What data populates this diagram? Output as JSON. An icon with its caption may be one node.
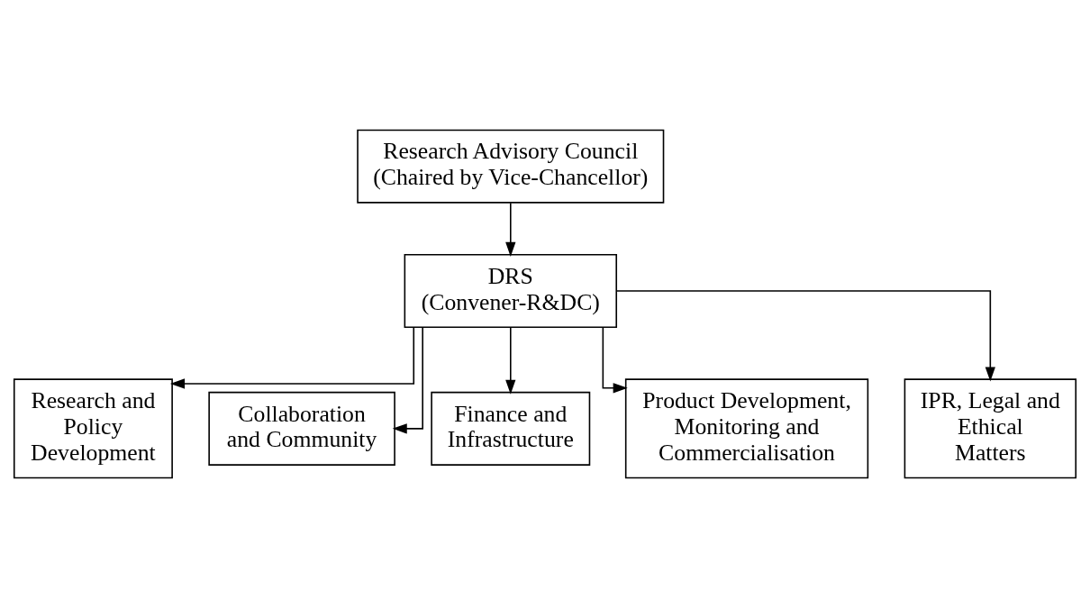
{
  "diagram": {
    "nodes": [
      {
        "text": [
          "Research Advisory Council",
          "(Chaired by Vice-Chancellor)"
        ]
      },
      {
        "text": [
          "DRS",
          "(Convener-R&DC)"
        ]
      },
      {
        "text": [
          "Research and Policy Development"
        ]
      },
      {
        "text": [
          "Collaboration and Community"
        ]
      },
      {
        "text": [
          "Finance and Infrastructure"
        ]
      },
      {
        "text": [
          "Product Development, Monitoring and Commercialisation"
        ]
      },
      {
        "text": [
          "IPR, Legal and Ethical Matters"
        ]
      }
    ],
    "edges": [
      {
        "from": 0,
        "to": 1,
        "arrow": "to"
      },
      {
        "from": 1,
        "to": 2,
        "arrow": "to"
      },
      {
        "from": 1,
        "to": 3,
        "arrow": "to"
      },
      {
        "from": 1,
        "to": 4,
        "arrow": "to"
      },
      {
        "from": 1,
        "to": 5,
        "arrow": "to"
      },
      {
        "from": 1,
        "to": 6,
        "arrow": "to"
      }
    ]
  }
}
